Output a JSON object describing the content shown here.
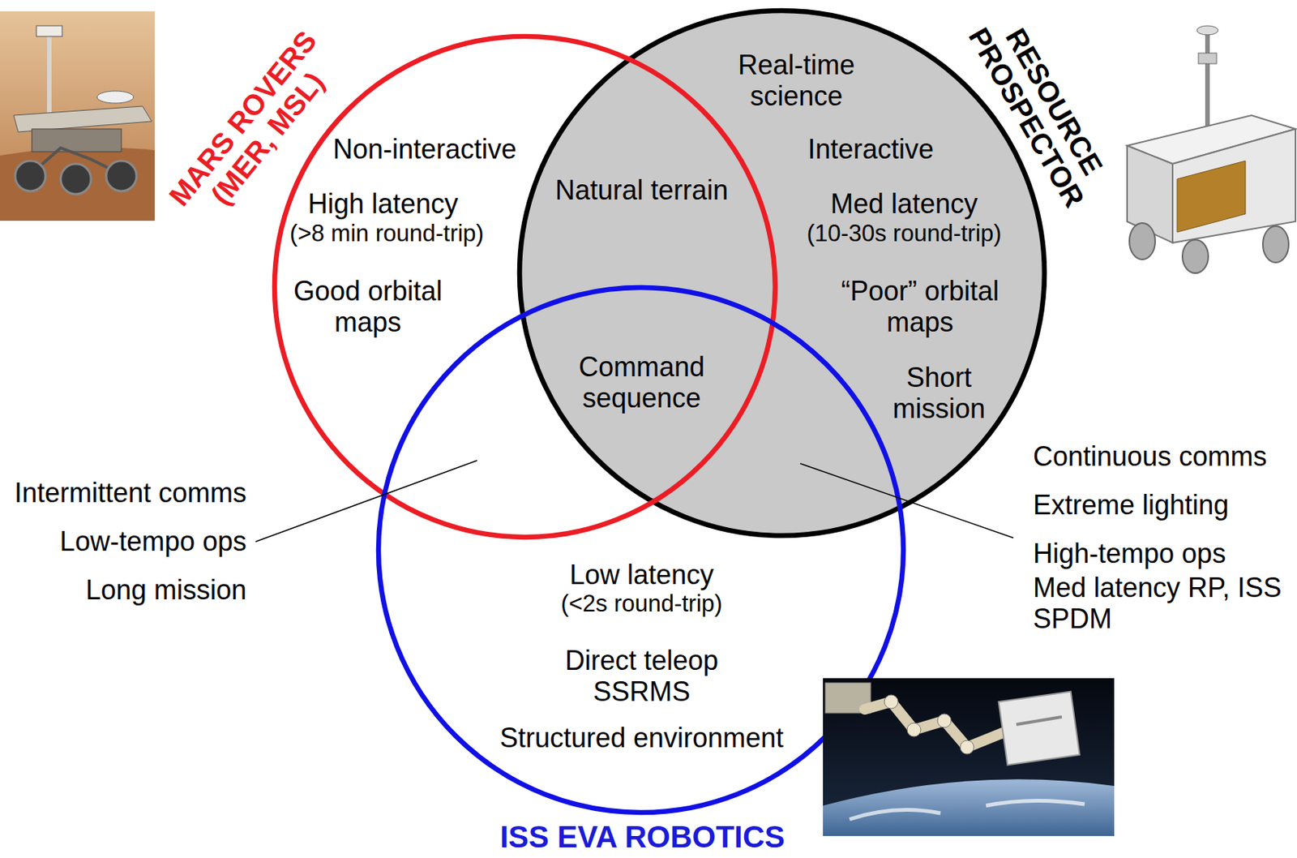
{
  "diagram": {
    "nodes": [
      {
        "text": [
          "MARS ROVERS (MER, MSL)",
          "Non-interactive",
          "High latency",
          "(>8 min round-trip)",
          "Good orbital maps"
        ]
      },
      {
        "text": [
          "RESOURCE PROSPECTOR",
          "Real-time science",
          "Interactive",
          "Med latency",
          "(10-30s round-trip)",
          "“Poor” orbital maps",
          "Short mission"
        ]
      },
      {
        "text": [
          "ISS EVA ROBOTICS",
          "Low latency",
          "(<2s round-trip)",
          "Direct teleop SSRMS",
          "Structured environment"
        ]
      }
    ],
    "labels": [
      "Natural terrain",
      "Command sequence",
      "Intermittent comms",
      "Low-tempo ops",
      "Long mission",
      "Continuous comms",
      "Extreme lighting",
      "High-tempo ops",
      "Med latency RP, ISS SPDM"
    ]
  }
}
